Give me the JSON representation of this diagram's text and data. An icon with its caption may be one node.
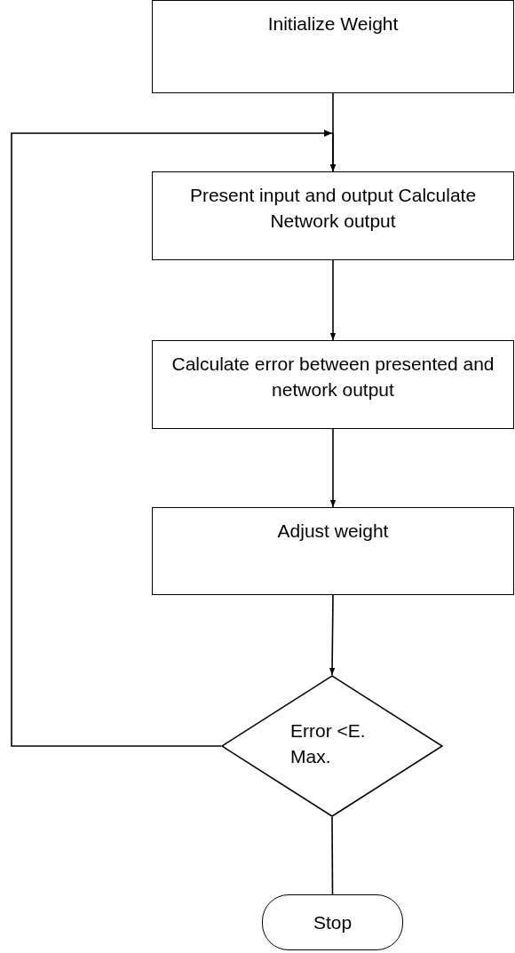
{
  "diagram": {
    "nodes": [
      {
        "text": [
          "Initialize Weight"
        ]
      },
      {
        "text": [
          "Present input and output Calculate Network output"
        ]
      },
      {
        "text": [
          "Calculate error between presented and network output"
        ]
      },
      {
        "text": [
          "Adjust weight"
        ]
      },
      {
        "text": [
          "Error <E. Max."
        ]
      },
      {
        "text": [
          "Stop"
        ]
      }
    ],
    "edges": [
      {
        "from": 0,
        "to": 1,
        "arrow": "to"
      },
      {
        "from": 4,
        "to": 1,
        "arrow": "to"
      },
      {
        "from": 1,
        "to": 2,
        "arrow": "to"
      },
      {
        "from": 2,
        "to": 3,
        "arrow": "to"
      },
      {
        "from": 3,
        "to": 4,
        "arrow": "to"
      },
      {
        "from": 4,
        "to": 5,
        "arrow": "none"
      }
    ]
  }
}
